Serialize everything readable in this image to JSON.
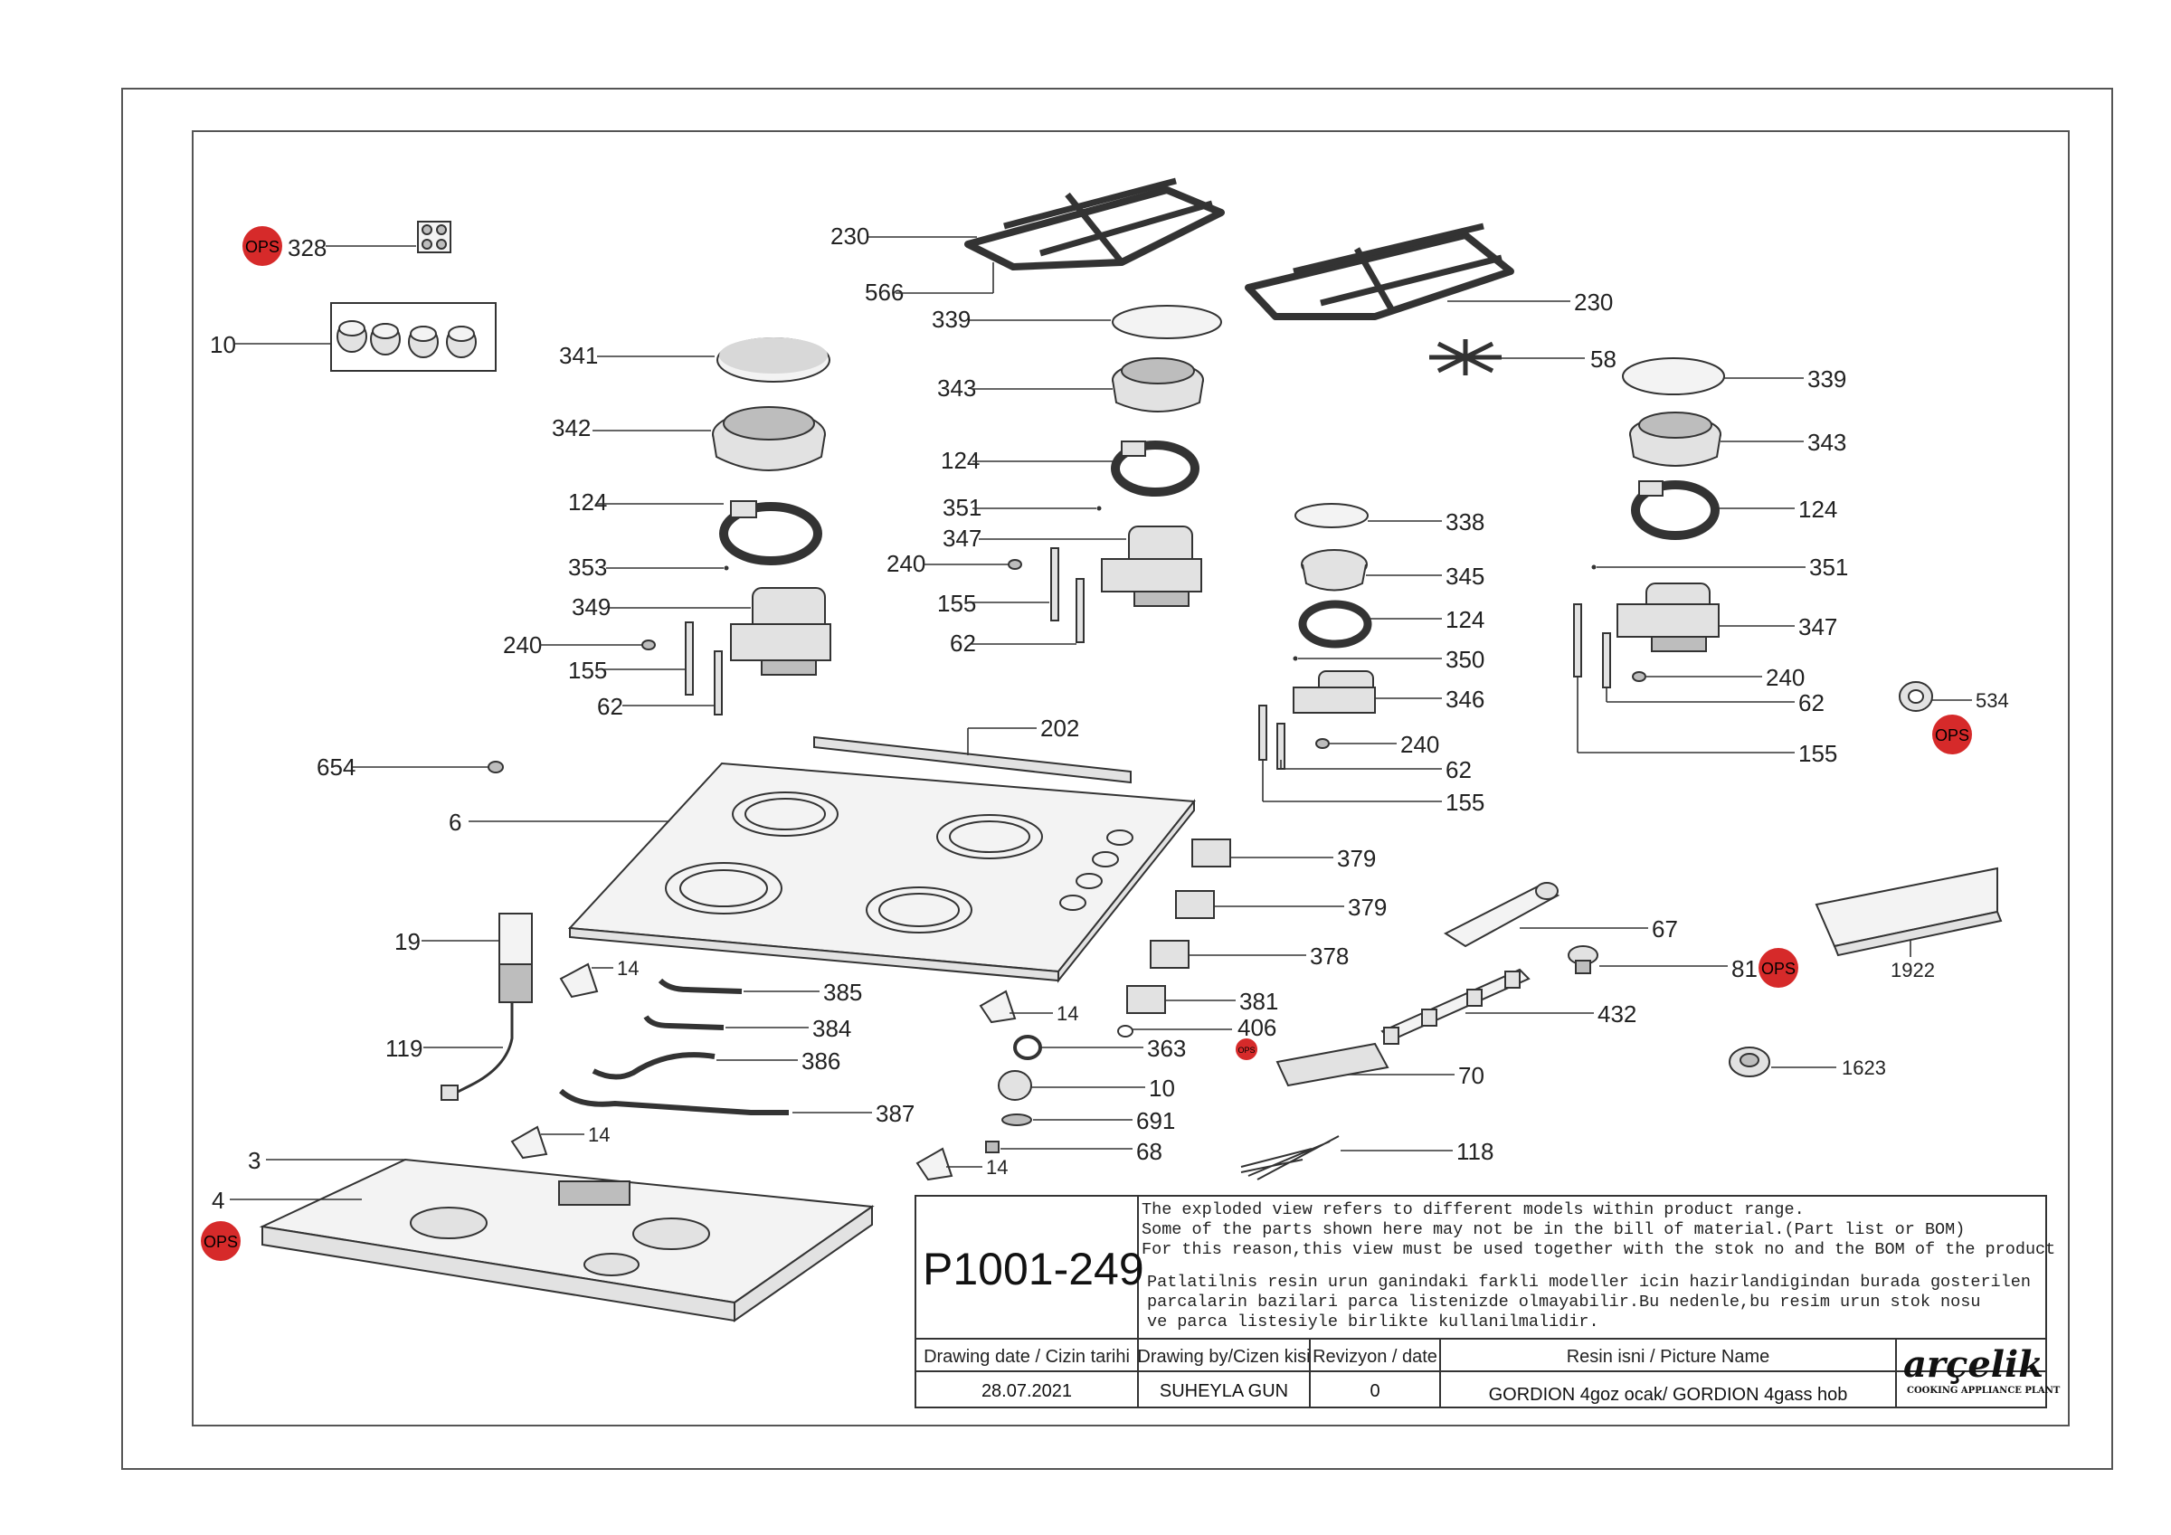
{
  "ops_badge": "OPS",
  "ops_badge_small": "OPS",
  "ops_color": "#d62a2a",
  "callouts": {
    "c328": "328",
    "c10a": "10",
    "c341": "341",
    "c342": "342",
    "c124a": "124",
    "c353": "353",
    "c349": "349",
    "c240a": "240",
    "c155a": "155",
    "c62a": "62",
    "c654": "654",
    "c6": "6",
    "c230a": "230",
    "c566": "566",
    "c339a": "339",
    "c343a": "343",
    "c124b": "124",
    "c351a": "351",
    "c347a": "347",
    "c240b": "240",
    "c155b": "155",
    "c62b": "62",
    "c202": "202",
    "c230b": "230",
    "c58": "58",
    "c338": "338",
    "c345": "345",
    "c124c": "124",
    "c350": "350",
    "c346": "346",
    "c240c": "240",
    "c62c": "62",
    "c155c": "155",
    "c339b": "339",
    "c343b": "343",
    "c124d": "124",
    "c351b": "351",
    "c347b": "347",
    "c240d": "240",
    "c62d": "62",
    "c155d": "155",
    "c534": "534",
    "c1922": "1922",
    "c67": "67",
    "c81": "81",
    "c432": "432",
    "c70": "70",
    "c1623": "1623",
    "c118": "118",
    "c379a": "379",
    "c379b": "379",
    "c378": "378",
    "c381": "381",
    "c406": "406",
    "c363": "363",
    "c10b": "10",
    "c691": "691",
    "c68": "68",
    "c19": "19",
    "c119": "119",
    "c14a": "14",
    "c14b": "14",
    "c14c": "14",
    "c14d": "14",
    "c385": "385",
    "c384": "384",
    "c386": "386",
    "c387": "387",
    "c3": "3",
    "c4": "4"
  },
  "title_block": {
    "drawing_no": "P1001-249",
    "note_en_1": "The exploded view refers to different models within product range.",
    "note_en_2": "Some of the parts shown here may not be in the bill of material.(Part list or BOM)",
    "note_en_3": "For this reason,this view must be used together with the stok no and the BOM of the product",
    "note_tr_1": "Patlatilnis resin urun ganindaki farkli modeller icin hazirlandigindan burada gosterilen",
    "note_tr_2": "parcalarin bazilari parca listenizde olmayabilir.Bu nedenle,bu resim urun stok nosu",
    "note_tr_3": "ve parca listesiyle birlikte kullanilmalidir.",
    "hdr_date": "Drawing date / Cizin tarihi",
    "hdr_by": "Drawing by/Cizen kisi",
    "hdr_rev": "Revizyon / date",
    "hdr_name": "Resin isni / Picture Name",
    "val_date": "28.07.2021",
    "val_by": "SUHEYLA GUN",
    "val_rev": "0",
    "val_name": "GORDION 4goz ocak/ GORDION 4gass hob",
    "brand": "arçelik",
    "brand_sub": "COOKING APPLIANCE PLANT"
  }
}
